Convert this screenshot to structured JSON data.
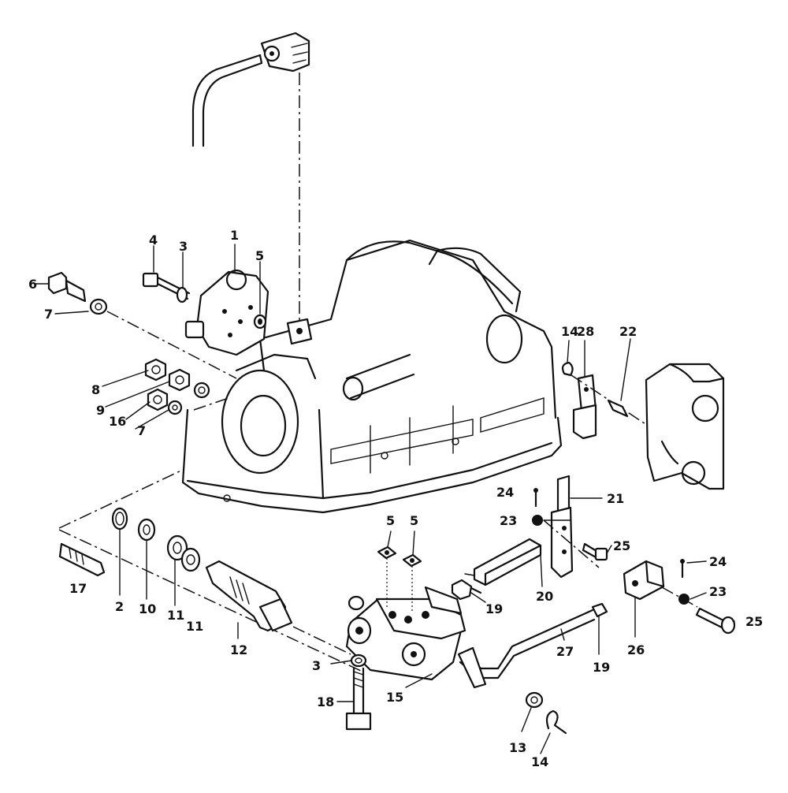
{
  "callouts": [
    {
      "id": "c1",
      "text": "1"
    },
    {
      "id": "c2",
      "text": "2"
    },
    {
      "id": "c3a",
      "text": "3"
    },
    {
      "id": "c3b",
      "text": "3"
    },
    {
      "id": "c4",
      "text": "4"
    },
    {
      "id": "c5a",
      "text": "5"
    },
    {
      "id": "c5b",
      "text": "5"
    },
    {
      "id": "c5c",
      "text": "5"
    },
    {
      "id": "c6",
      "text": "6"
    },
    {
      "id": "c7a",
      "text": "7"
    },
    {
      "id": "c7b",
      "text": "7"
    },
    {
      "id": "c8",
      "text": "8"
    },
    {
      "id": "c9",
      "text": "9"
    },
    {
      "id": "c10",
      "text": "10"
    },
    {
      "id": "c11a",
      "text": "11"
    },
    {
      "id": "c11b",
      "text": "11"
    },
    {
      "id": "c12",
      "text": "12"
    },
    {
      "id": "c13",
      "text": "13"
    },
    {
      "id": "c14a",
      "text": "14"
    },
    {
      "id": "c14b",
      "text": "14"
    },
    {
      "id": "c15",
      "text": "15"
    },
    {
      "id": "c16",
      "text": "16"
    },
    {
      "id": "c17",
      "text": "17"
    },
    {
      "id": "c18",
      "text": "18"
    },
    {
      "id": "c19a",
      "text": "19"
    },
    {
      "id": "c19b",
      "text": "19"
    },
    {
      "id": "c20",
      "text": "20"
    },
    {
      "id": "c21",
      "text": "21"
    },
    {
      "id": "c22",
      "text": "22"
    },
    {
      "id": "c23a",
      "text": "23"
    },
    {
      "id": "c23b",
      "text": "23"
    },
    {
      "id": "c24a",
      "text": "24"
    },
    {
      "id": "c24b",
      "text": "24"
    },
    {
      "id": "c25a",
      "text": "25"
    },
    {
      "id": "c25b",
      "text": "25"
    },
    {
      "id": "c26",
      "text": "26"
    },
    {
      "id": "c27",
      "text": "27"
    },
    {
      "id": "c28",
      "text": "28"
    }
  ]
}
